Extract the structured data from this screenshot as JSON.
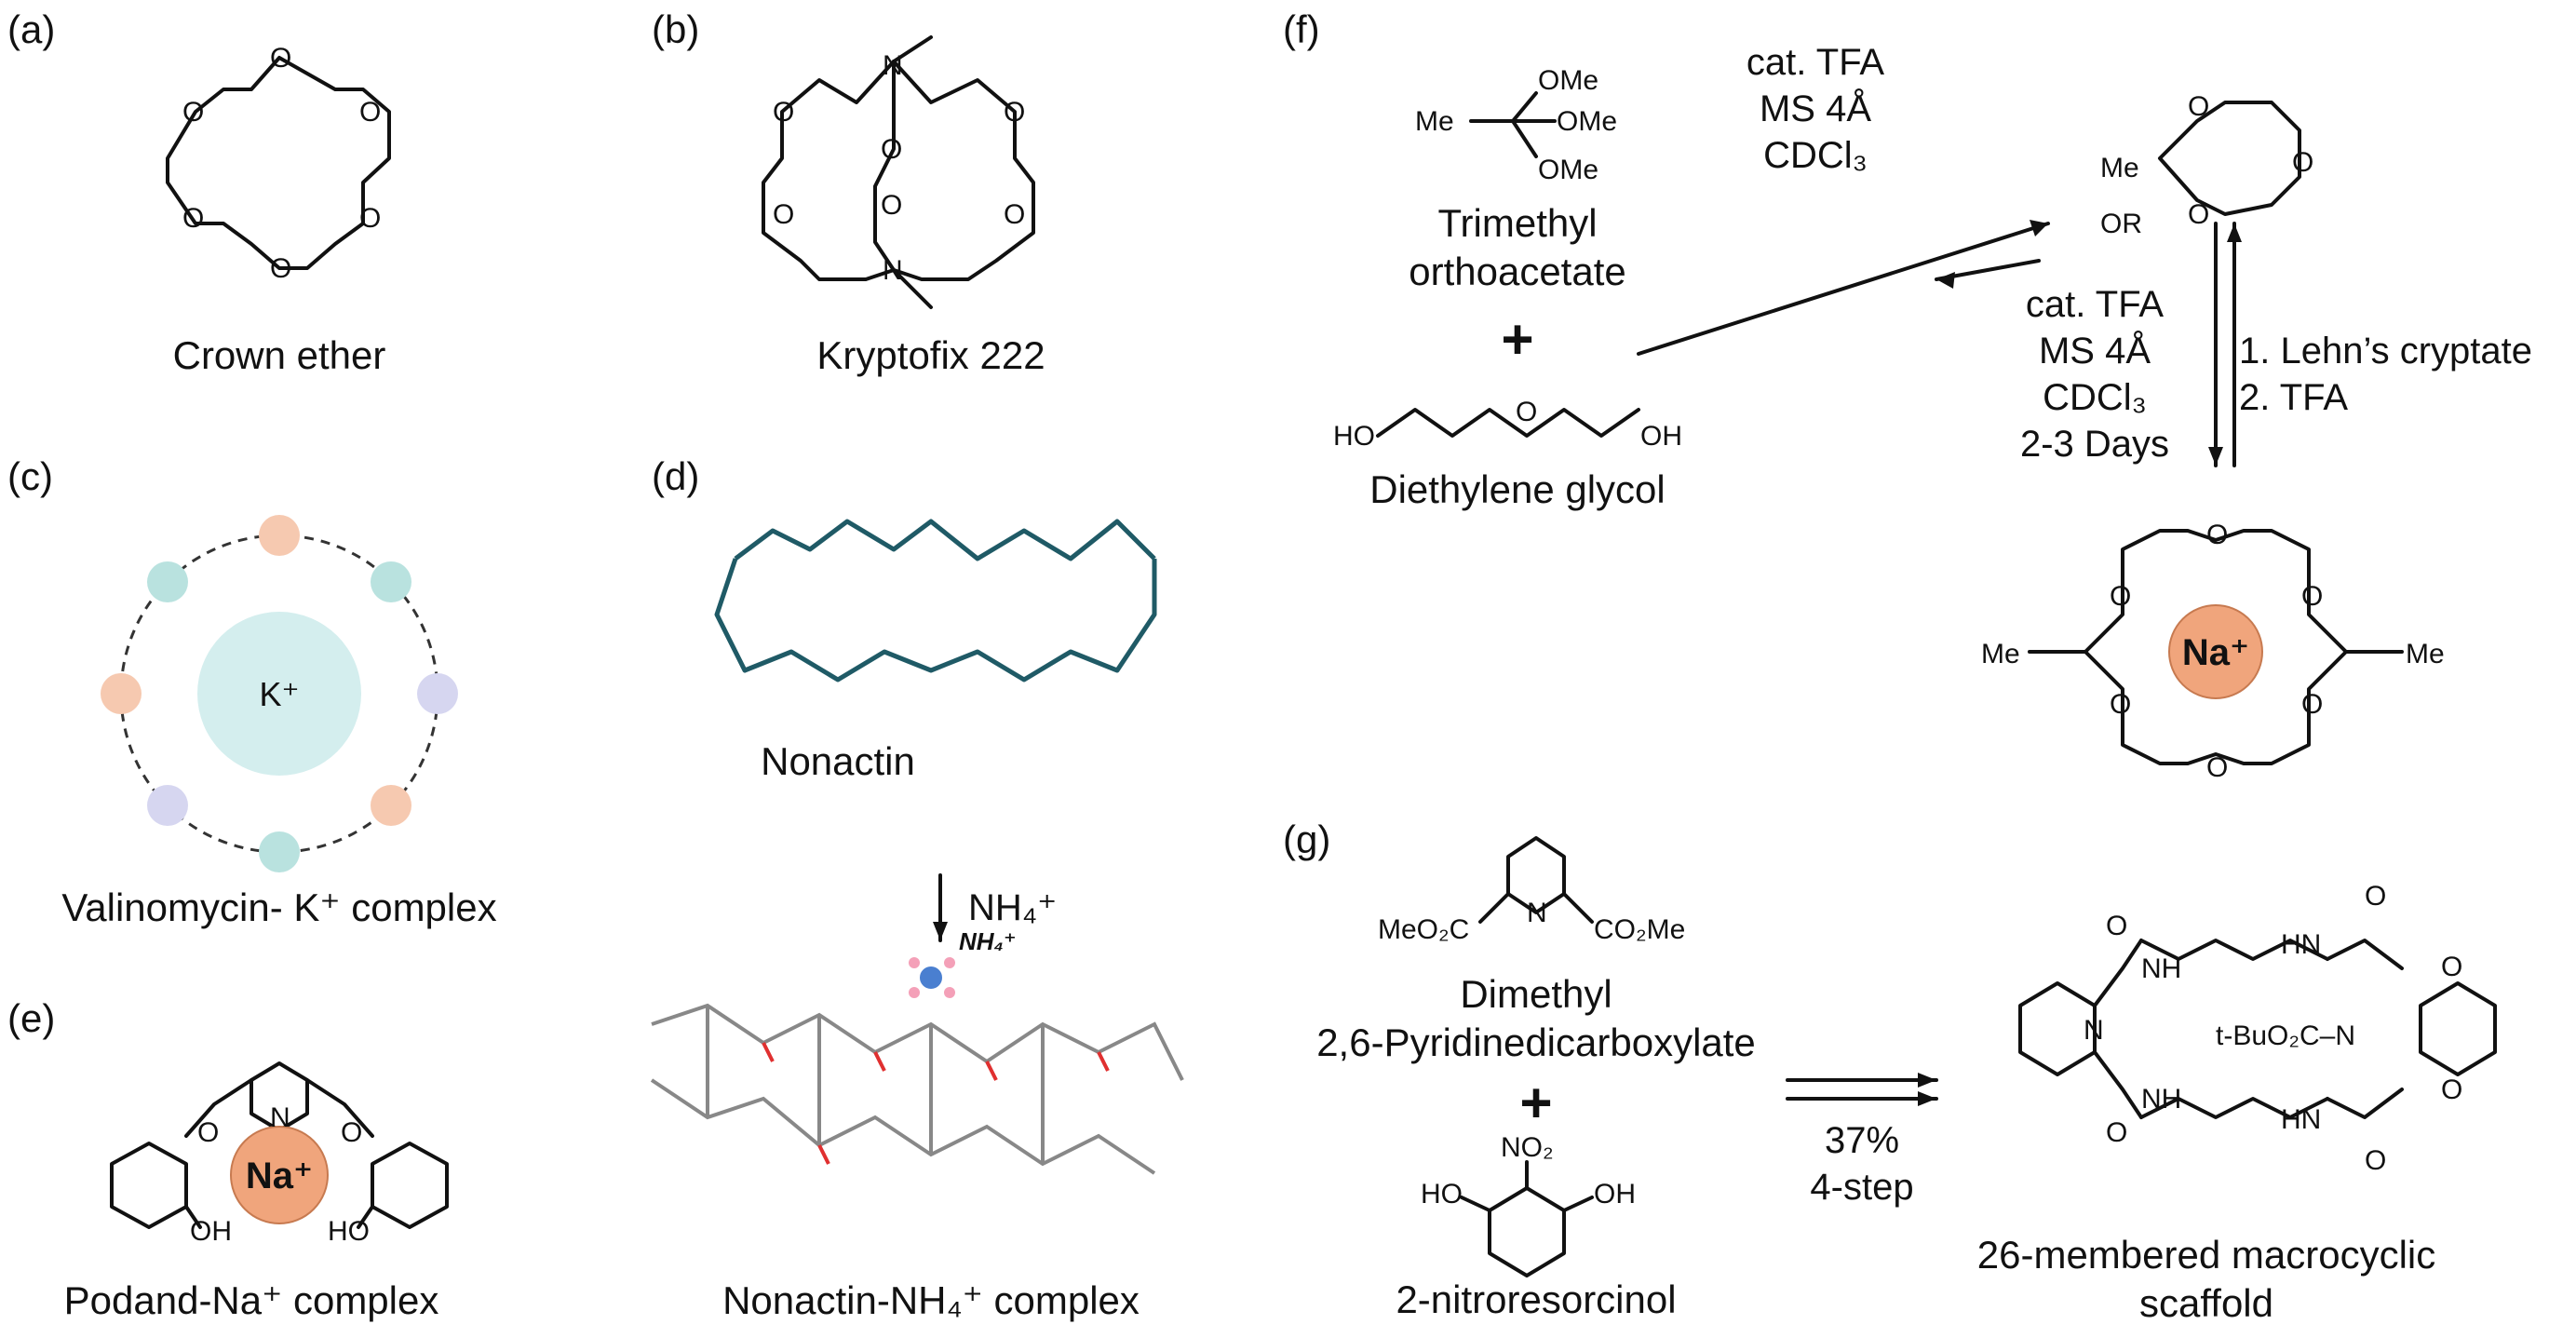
{
  "panels": {
    "a": {
      "label": "(a)",
      "caption": "Crown ether"
    },
    "b": {
      "label": "(b)",
      "caption": "Kryptofix 222"
    },
    "c": {
      "label": "(c)",
      "caption": "Valinomycin- K⁺ complex",
      "ion": "K⁺"
    },
    "d": {
      "label": "(d)",
      "caption_top": "Nonactin",
      "arrow_reagent": "NH₄⁺",
      "ion_label": "NH₄⁺",
      "caption": "Nonactin-NH₄⁺ complex"
    },
    "e": {
      "label": "(e)",
      "caption": "Podand-Na⁺ complex",
      "ion": "Na⁺"
    },
    "f": {
      "label": "(f)",
      "reagent1": "Trimethyl orthoacetate",
      "reagent1_line1": "Trimethyl",
      "reagent1_line2": "orthoacetate",
      "plus": "+",
      "reagent2": "Diethylene glycol",
      "cond_top": [
        "cat. TFA",
        "MS 4Å",
        "CDCl₃"
      ],
      "cond_down": [
        "cat. TFA",
        "MS 4Å",
        "CDCl₃",
        "2-3 Days"
      ],
      "cond_up": [
        "1. Lehn’s cryptate",
        "2. TFA"
      ],
      "ion": "Na⁺"
    },
    "g": {
      "label": "(g)",
      "reagent1_line1": "Dimethyl",
      "reagent1_line2": "2,6-Pyridinedicarboxylate",
      "plus": "+",
      "reagent2": "2-nitroresorcinol",
      "yield": "37%",
      "steps": "4-step",
      "product_line1": "26-membered macrocyclic",
      "product_line2": "scaffold"
    }
  },
  "atoms": {
    "O": "O",
    "N": "N",
    "H": "H",
    "Me": "Me",
    "OMe": "OMe",
    "OR": "OR",
    "HO": "HO",
    "OH": "OH",
    "NO2": "NO₂",
    "MeO2C": "MeO₂C",
    "CO2Me": "CO₂Me",
    "HN": "HN",
    "NH": "NH",
    "tBu": "t-BuO₂C–N"
  },
  "colors": {
    "cation_fill": "#f0a57c",
    "k_fill": "#d4eeee",
    "nonactin": "#1f5a66",
    "teal_halo": "#b9e2df",
    "purple_halo": "#d6d6f0",
    "orange_halo": "#f6c9b0"
  }
}
